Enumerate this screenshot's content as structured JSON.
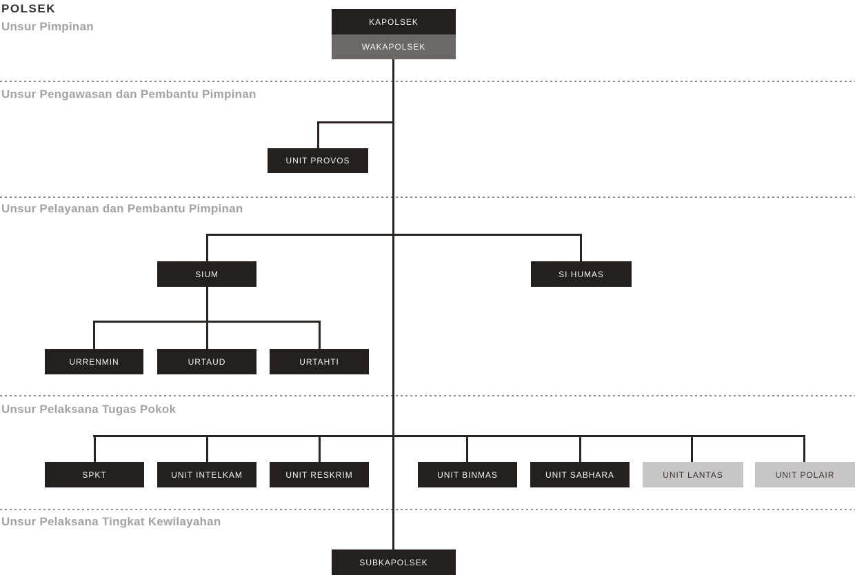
{
  "title": "POLSEK",
  "sections": [
    {
      "label": "Unsur Pimpinan"
    },
    {
      "label": "Unsur Pengawasan dan Pembantu Pimpinan"
    },
    {
      "label": "Unsur Pelayanan dan Pembantu Pimpinan"
    },
    {
      "label": "Unsur Pelaksana Tugas Pokok"
    },
    {
      "label": "Unsur Pelaksana Tingkat Kewilayahan"
    }
  ],
  "nodes": {
    "kapolsek": {
      "label": "KAPOLSEK",
      "variant": "dark"
    },
    "wakapolsek": {
      "label": "WAKAPOLSEK",
      "variant": "gray"
    },
    "unit_provos": {
      "label": "UNIT PROVOS",
      "variant": "dark"
    },
    "sium": {
      "label": "SIUM",
      "variant": "dark"
    },
    "si_humas": {
      "label": "SI HUMAS",
      "variant": "dark"
    },
    "urrenmin": {
      "label": "URRENMIN",
      "variant": "dark"
    },
    "urtaud": {
      "label": "URTAUD",
      "variant": "dark"
    },
    "urtahti": {
      "label": "URTAHTI",
      "variant": "dark"
    },
    "spkt": {
      "label": "SPKT",
      "variant": "dark"
    },
    "unit_intelkam": {
      "label": "UNIT INTELKAM",
      "variant": "dark"
    },
    "unit_reskrim": {
      "label": "UNIT RESKRIM",
      "variant": "dark"
    },
    "unit_binmas": {
      "label": "UNIT BINMAS",
      "variant": "dark"
    },
    "unit_sabhara": {
      "label": "UNIT SABHARA",
      "variant": "dark"
    },
    "unit_lantas": {
      "label": "UNIT LANTAS",
      "variant": "light"
    },
    "unit_polair": {
      "label": "UNIT POLAIR",
      "variant": "light"
    },
    "subkapolsek": {
      "label": "SUBKAPOLSEK",
      "variant": "dark"
    }
  },
  "edges": [
    [
      "KAPOLSEK",
      "WAKAPOLSEK"
    ],
    [
      "WAKAPOLSEK",
      "UNIT PROVOS"
    ],
    [
      "WAKAPOLSEK",
      "SIUM"
    ],
    [
      "WAKAPOLSEK",
      "SI HUMAS"
    ],
    [
      "SIUM",
      "URRENMIN"
    ],
    [
      "SIUM",
      "URTAUD"
    ],
    [
      "SIUM",
      "URTAHTI"
    ],
    [
      "WAKAPOLSEK",
      "SPKT"
    ],
    [
      "WAKAPOLSEK",
      "UNIT INTELKAM"
    ],
    [
      "WAKAPOLSEK",
      "UNIT RESKRIM"
    ],
    [
      "WAKAPOLSEK",
      "UNIT BINMAS"
    ],
    [
      "WAKAPOLSEK",
      "UNIT SABHARA"
    ],
    [
      "WAKAPOLSEK",
      "UNIT LANTAS"
    ],
    [
      "WAKAPOLSEK",
      "UNIT POLAIR"
    ],
    [
      "WAKAPOLSEK",
      "SUBKAPOLSEK"
    ]
  ],
  "colors": {
    "background": "#ffffff",
    "box_dark": "#251f1d",
    "box_gray": "#6c6866",
    "box_light": "#c8c6c5",
    "box_dark_text": "#f4f2f1",
    "box_light_text": "#3a3533",
    "connector": "#2c2421",
    "divider": "#8e8c8a",
    "section_label": "#a5a2a0",
    "title_text": "#35302d"
  }
}
